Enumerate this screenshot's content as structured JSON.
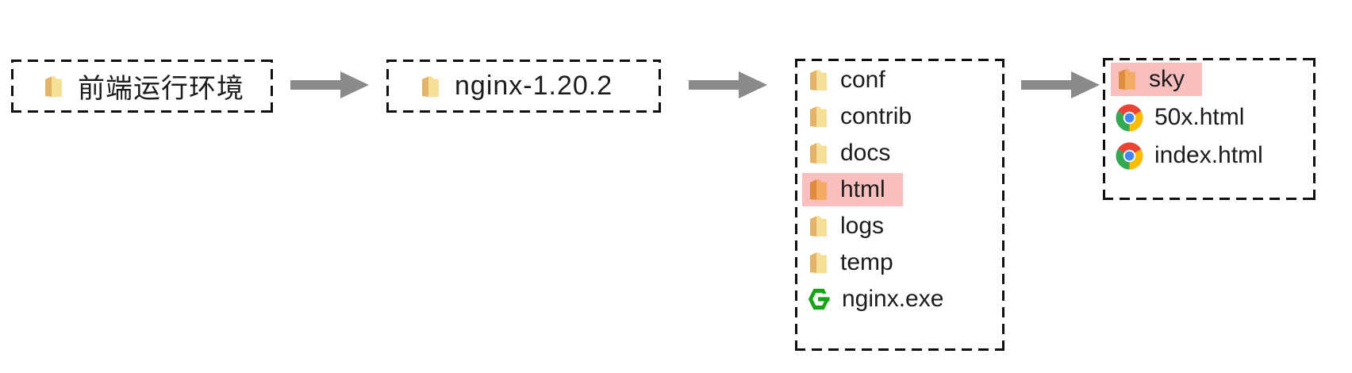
{
  "diagram": {
    "title": "nginx frontend runtime folder structure flow",
    "steps": [
      {
        "id": "root-folder",
        "label": "前端运行环境",
        "icon": "folder"
      },
      {
        "id": "nginx-folder",
        "label": "nginx-1.20.2",
        "icon": "folder"
      },
      {
        "id": "nginx-contents",
        "items": [
          {
            "label": "conf",
            "icon": "folder",
            "highlighted": false
          },
          {
            "label": "contrib",
            "icon": "folder",
            "highlighted": false
          },
          {
            "label": "docs",
            "icon": "folder",
            "highlighted": false
          },
          {
            "label": "html",
            "icon": "folder-highlighted",
            "highlighted": true
          },
          {
            "label": "logs",
            "icon": "folder",
            "highlighted": false
          },
          {
            "label": "temp",
            "icon": "folder",
            "highlighted": false
          },
          {
            "label": "nginx.exe",
            "icon": "nginx-logo",
            "highlighted": false
          }
        ]
      },
      {
        "id": "html-contents",
        "items": [
          {
            "label": "sky",
            "icon": "folder-highlighted",
            "highlighted": true
          },
          {
            "label": "50x.html",
            "icon": "chrome",
            "highlighted": false
          },
          {
            "label": "index.html",
            "icon": "chrome",
            "highlighted": false
          }
        ]
      }
    ],
    "arrows": [
      {
        "direction": "right"
      },
      {
        "direction": "right"
      },
      {
        "direction": "right"
      }
    ],
    "colors": {
      "background": "#ffffff",
      "border": "#101010",
      "text": "#1c1c1c",
      "highlight_pink": "#f9bebe",
      "arrow_gray": "#8a8a8a",
      "folder_face": "#f6e096",
      "folder_spine": "#e2b368",
      "folder_face_highlight": "#f3ab63",
      "folder_spine_highlight": "#e08c3e",
      "nginx_green": "#16a316",
      "chrome_red": "#ea4335",
      "chrome_yellow": "#fbbc05",
      "chrome_green": "#34a853",
      "chrome_blue": "#4285f4"
    }
  }
}
